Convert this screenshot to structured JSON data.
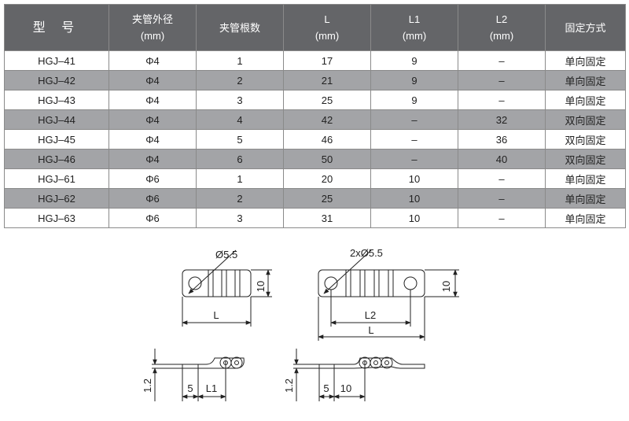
{
  "table": {
    "headers": [
      {
        "line1": "型 号",
        "line2": ""
      },
      {
        "line1": "夹管外径",
        "line2": "(mm)"
      },
      {
        "line1": "夹管根数",
        "line2": ""
      },
      {
        "line1": "L",
        "line2": "(mm)"
      },
      {
        "line1": "L1",
        "line2": "(mm)"
      },
      {
        "line1": "L2",
        "line2": "(mm)"
      },
      {
        "line1": "固定方式",
        "line2": ""
      }
    ],
    "rows": [
      [
        "HGJ–41",
        "Φ4",
        "1",
        "17",
        "9",
        "–",
        "单向固定"
      ],
      [
        "HGJ–42",
        "Φ4",
        "2",
        "21",
        "9",
        "–",
        "单向固定"
      ],
      [
        "HGJ–43",
        "Φ4",
        "3",
        "25",
        "9",
        "–",
        "单向固定"
      ],
      [
        "HGJ–44",
        "Φ4",
        "4",
        "42",
        "–",
        "32",
        "双向固定"
      ],
      [
        "HGJ–45",
        "Φ4",
        "5",
        "46",
        "–",
        "36",
        "双向固定"
      ],
      [
        "HGJ–46",
        "Φ4",
        "6",
        "50",
        "–",
        "40",
        "双向固定"
      ],
      [
        "HGJ–61",
        "Φ6",
        "1",
        "20",
        "10",
        "–",
        "单向固定"
      ],
      [
        "HGJ–62",
        "Φ6",
        "2",
        "25",
        "10",
        "–",
        "单向固定"
      ],
      [
        "HGJ–63",
        "Φ6",
        "3",
        "31",
        "10",
        "–",
        "单向固定"
      ]
    ]
  },
  "drawings": {
    "single": {
      "hole": "Ø5.5",
      "height": "10",
      "length": "L"
    },
    "double": {
      "hole": "2xØ5.5",
      "height": "10",
      "inner": "L2",
      "length": "L"
    },
    "side_left": {
      "thickness": "1.2",
      "offset": "5",
      "pitch": "L1"
    },
    "side_right": {
      "thickness": "1.2",
      "offset": "5",
      "pitch": "10"
    }
  }
}
